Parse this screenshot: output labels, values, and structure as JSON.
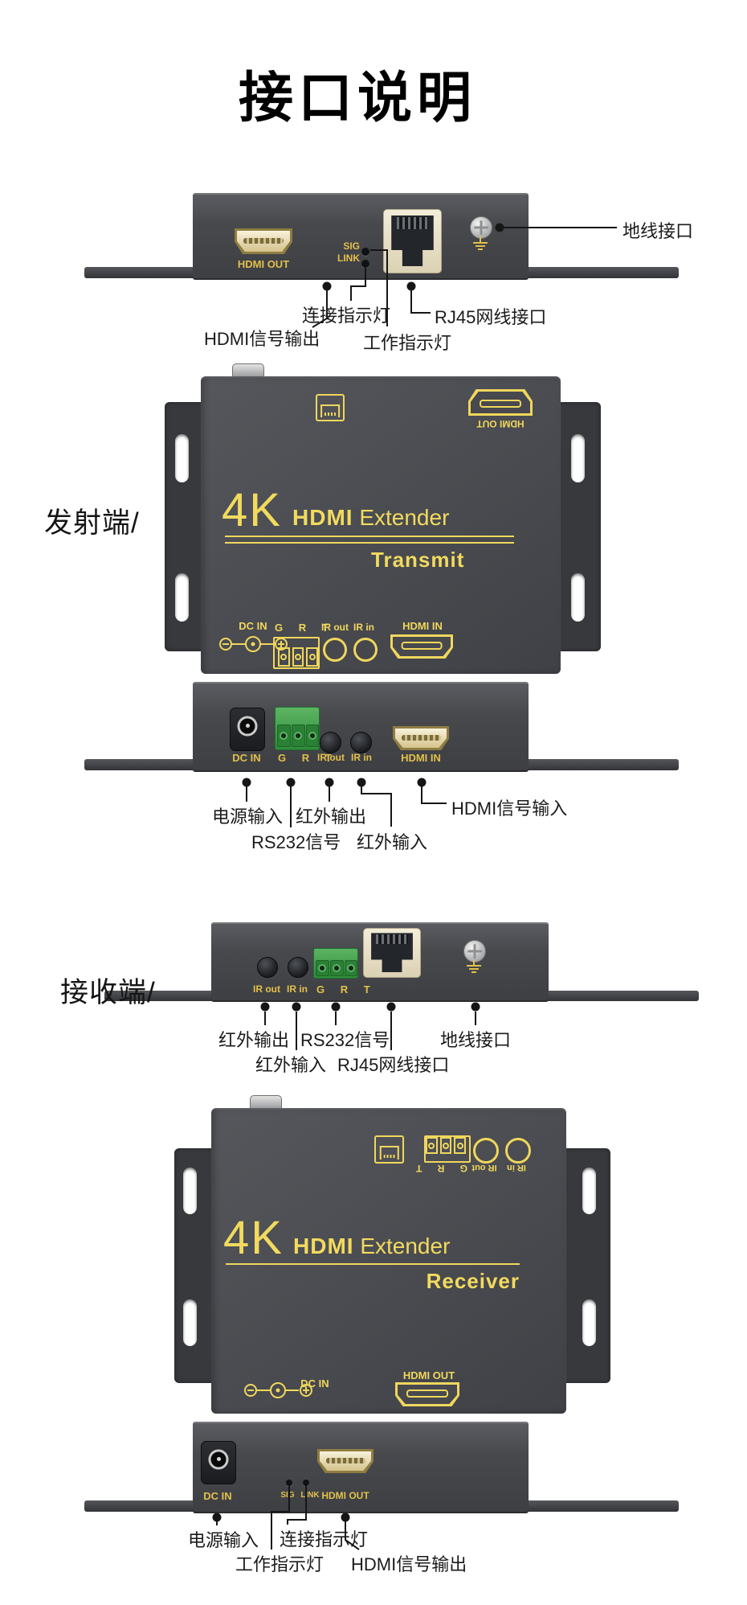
{
  "title": "接口说明",
  "sides": {
    "tx": "发射端/",
    "rx": "接收端/"
  },
  "ports": {
    "hdmi_out": "HDMI OUT",
    "hdmi_in": "HDMI IN",
    "dc_in": "DC IN",
    "sig": "SIG",
    "link": "LINK",
    "ir_out": "IR out",
    "ir_in": "IR in",
    "grt": "G R T"
  },
  "device": {
    "four_k": "4K",
    "hdmi": "HDMI",
    "extender": "Extender",
    "transmit": "Transmit",
    "receiver": "Receiver"
  },
  "callouts": {
    "ground": "地线接口",
    "link_led": "连接指示灯",
    "rj45": "RJ45网线接口",
    "hdmi_out_signal": "HDMI信号输出",
    "sig_led": "工作指示灯",
    "power": "电源输入",
    "ir_out": "红外输出",
    "rs232": "RS232信号",
    "ir_in": "红外输入",
    "hdmi_in_signal": "HDMI信号输入"
  },
  "colors": {
    "device_text_yellow": "#f0d75c",
    "panel_label_gold": "#e3c04a",
    "panel_gray": "#47494d",
    "callout_ink": "#1b1b1b",
    "terminal_green": "#2e8e3b",
    "rj45_cream": "#ece3cb"
  }
}
